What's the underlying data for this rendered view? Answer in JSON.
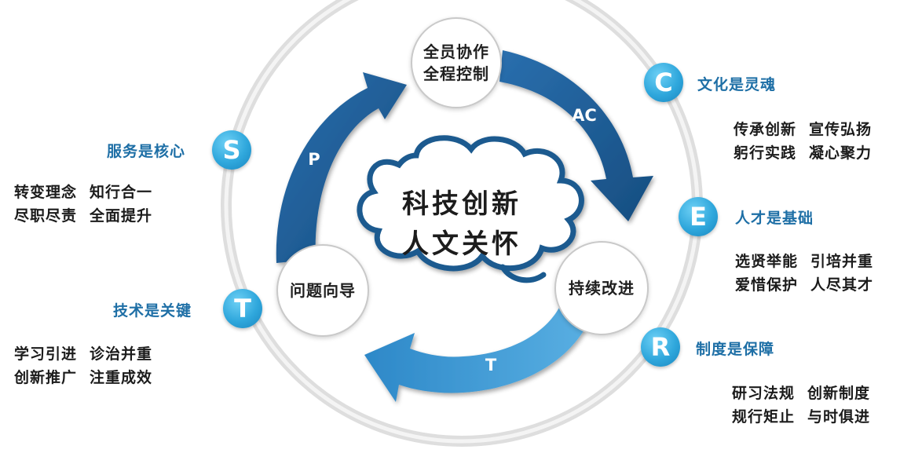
{
  "core": {
    "line1": "科技创新",
    "line2": "人文关怀"
  },
  "nodes": {
    "top": {
      "line1": "全员协作",
      "line2": "全程控制"
    },
    "left": {
      "label": "问题向导"
    },
    "right": {
      "label": "持续改进"
    }
  },
  "arrows": {
    "p": "P",
    "ac": "AC",
    "t": "T"
  },
  "ring_items": [
    {
      "letter": "S",
      "heading": "服务是核心",
      "lines": [
        [
          "转变理念",
          "知行合一"
        ],
        [
          "尽职尽责",
          "全面提升"
        ]
      ]
    },
    {
      "letter": "T",
      "heading": "技术是关键",
      "lines": [
        [
          "学习引进",
          "诊治并重"
        ],
        [
          "创新推广",
          "注重成效"
        ]
      ]
    },
    {
      "letter": "C",
      "heading": "文化是灵魂",
      "lines": [
        [
          "传承创新",
          "宣传弘扬"
        ],
        [
          "躬行实践",
          "凝心聚力"
        ]
      ]
    },
    {
      "letter": "E",
      "heading": "人才是基础",
      "lines": [
        [
          "选贤举能",
          "引培并重"
        ],
        [
          "爱惜保护",
          "人尽其才"
        ]
      ]
    },
    {
      "letter": "R",
      "heading": "制度是保障",
      "lines": [
        [
          "研习法规",
          "创新制度"
        ],
        [
          "规行矩止",
          "与时俱进"
        ]
      ]
    }
  ],
  "colors": {
    "arrow_dark": "#1f5f99",
    "arrow_light": "#3f95cf",
    "cloud_outline": "#1a5a8f",
    "ring": "#e3e3e3",
    "badge": "#2fa7dc",
    "heading_text": "#1e6fa6"
  }
}
